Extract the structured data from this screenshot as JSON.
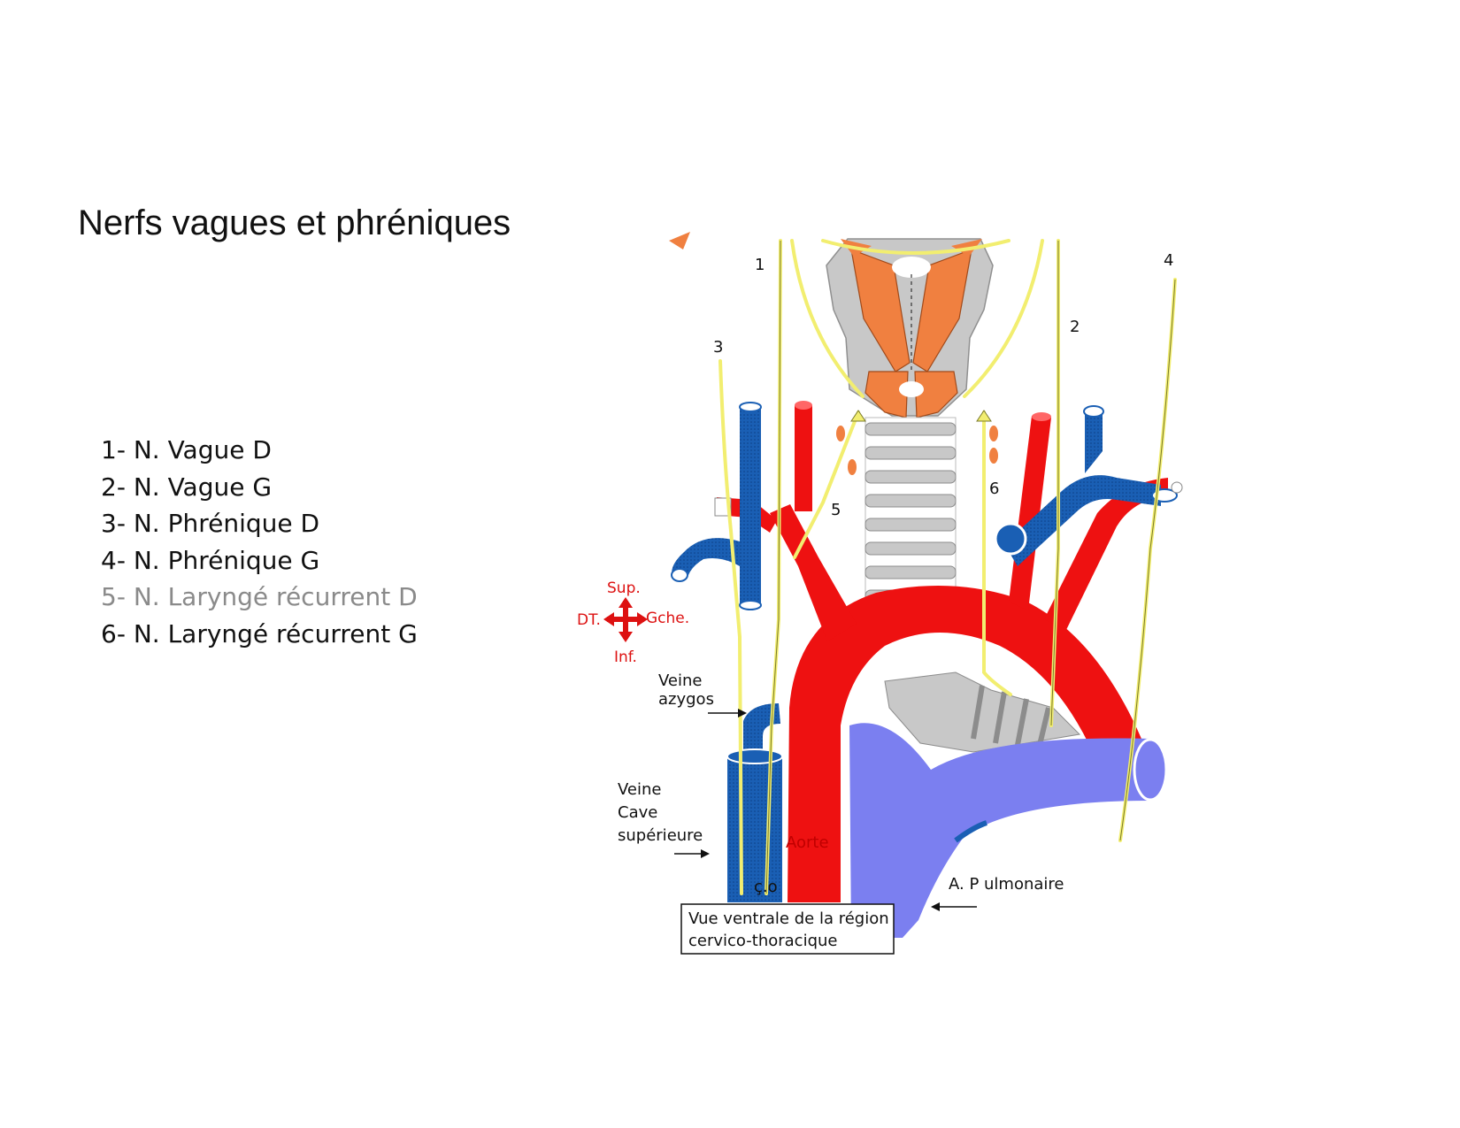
{
  "title": "Nerfs vagues et phréniques",
  "legend": [
    {
      "text": "1- N. Vague D",
      "dim": false
    },
    {
      "text": "2- N. Vague G",
      "dim": false
    },
    {
      "text": "3- N. Phrénique D",
      "dim": false
    },
    {
      "text": "4- N. Phrénique G",
      "dim": false
    },
    {
      "text": "5- N. Laryngé récurrent D",
      "dim": true
    },
    {
      "text": "6- N. Laryngé récurrent G",
      "dim": false
    }
  ],
  "diagram": {
    "numbers": {
      "n1": "1",
      "n2": "2",
      "n3": "3",
      "n4": "4",
      "n5": "5",
      "n6": "6"
    },
    "orientation": {
      "sup": "Sup.",
      "inf": "Inf.",
      "right": "DT.",
      "left": "Gche."
    },
    "labels": {
      "veine_azygos_1": "Veine",
      "veine_azygos_2": "azygos",
      "vcs_1": "Veine",
      "vcs_2": "Cave",
      "vcs_3": "supérieure",
      "aorte": "Aorte",
      "co": "ç.o",
      "pulmonaire": "A. P ulmonaire"
    },
    "caption": {
      "line1": "Vue ventrale de la région",
      "line2": "cervico-thoracique"
    },
    "colors": {
      "artery": "#ee1111",
      "vein": "#1a5fb4",
      "pulmonary": "#7b7ff0",
      "nerve": "#f2ee70",
      "muscle": "#f08040",
      "cartilage": "#c8c8c8"
    }
  }
}
